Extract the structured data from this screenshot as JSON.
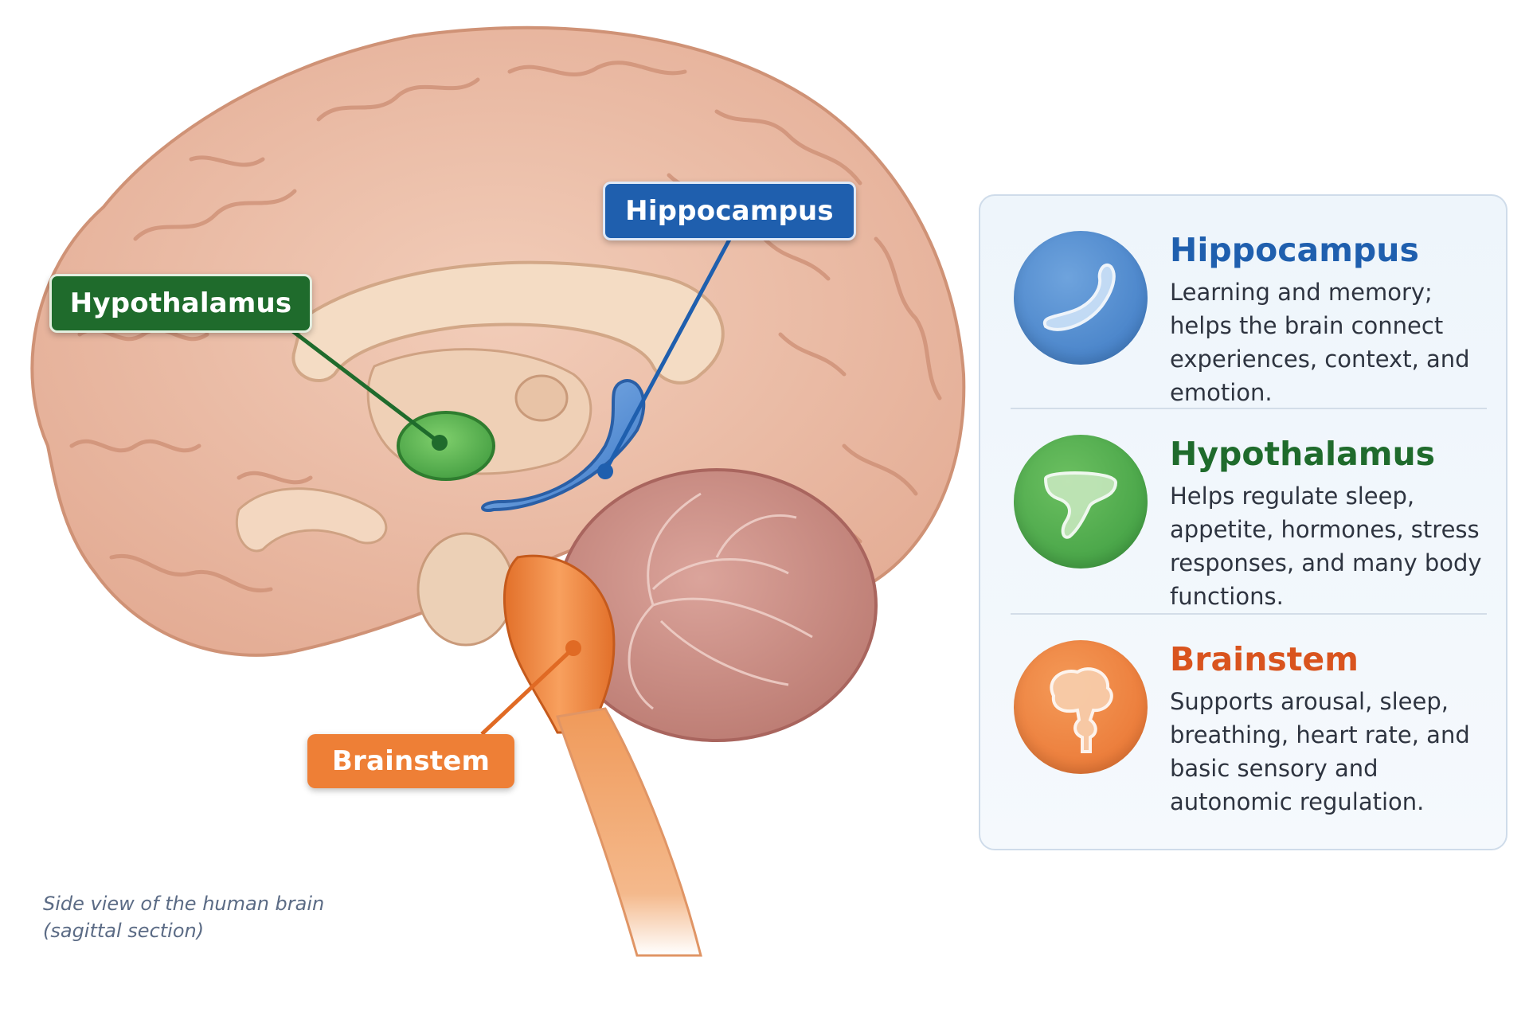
{
  "callouts": {
    "hippocampus": "Hippocampus",
    "hypothalamus": "Hypothalamus",
    "brainstem": "Brainstem"
  },
  "caption": {
    "line1": "Side view of the human brain",
    "line2": "(sagittal section)"
  },
  "legend": {
    "items": [
      {
        "title": "Hippocampus",
        "description": "Learning and memory; helps the brain connect experiences, context, and emotion.",
        "color": "#1f5fae",
        "icon": "hippocampus-icon"
      },
      {
        "title": "Hypothalamus",
        "description": "Helps regulate sleep, appetite, hormones, stress responses, and many body functions.",
        "color": "#1f6b2c",
        "icon": "hypothalamus-icon"
      },
      {
        "title": "Brainstem",
        "description": "Supports arousal, sleep, breathing, heart rate, and basic sensory and autonomic regulation.",
        "color": "#d9541e",
        "icon": "brainstem-icon"
      }
    ]
  },
  "colors": {
    "hippocampus": "#2f72c4",
    "hypothalamus": "#3f9a3e",
    "brainstem": "#ee7f36",
    "brain_tissue": "#eab9a2",
    "cerebellum": "#c98b84"
  }
}
